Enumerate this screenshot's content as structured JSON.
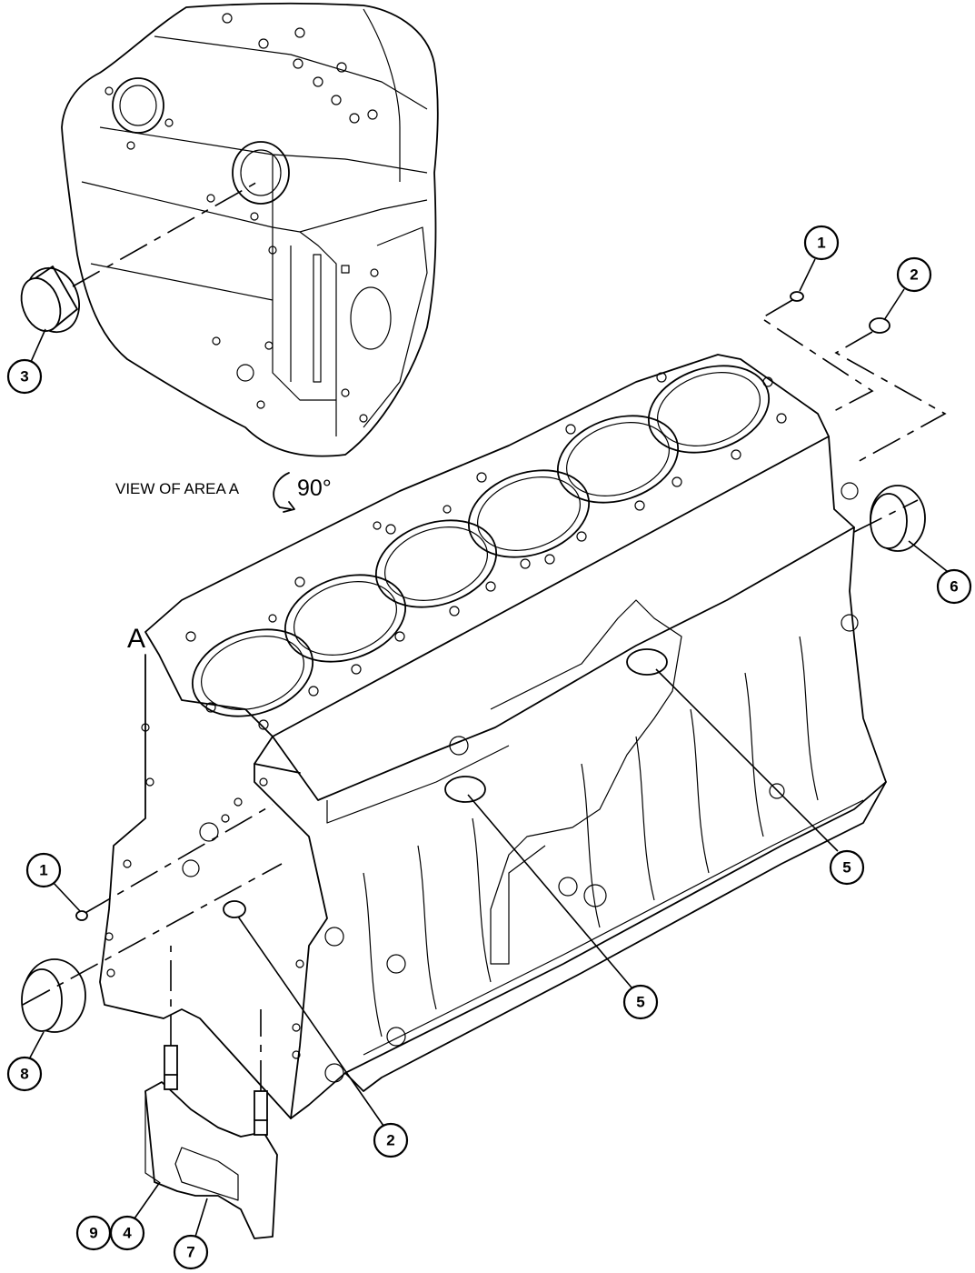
{
  "labels": {
    "view_of_area": "VIEW OF AREA  A",
    "rotation": "90°",
    "area_letter": "A"
  },
  "callouts": [
    {
      "id": "c1a",
      "number": "1"
    },
    {
      "id": "c2a",
      "number": "2"
    },
    {
      "id": "c3",
      "number": "3"
    },
    {
      "id": "c6",
      "number": "6"
    },
    {
      "id": "c5a",
      "number": "5"
    },
    {
      "id": "c1b",
      "number": "1"
    },
    {
      "id": "c5b",
      "number": "5"
    },
    {
      "id": "c8",
      "number": "8"
    },
    {
      "id": "c2b",
      "number": "2"
    },
    {
      "id": "c9",
      "number": "9"
    },
    {
      "id": "c4",
      "number": "4"
    },
    {
      "id": "c7",
      "number": "7"
    }
  ]
}
